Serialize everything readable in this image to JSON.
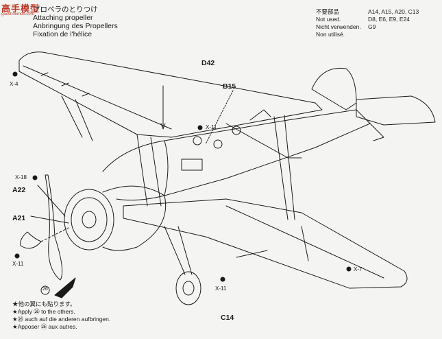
{
  "watermark": {
    "logo": "高手模型",
    "url": "gaoshoumod.com"
  },
  "titles": {
    "ja": "プロペラのとりつけ",
    "en": "Attaching propeller",
    "de": "Anbringung des Propellers",
    "fr": "Fixation de l'hélice"
  },
  "unused_block": {
    "ja": "不要部品",
    "en": "Not used.",
    "de": "Nicht verwenden.",
    "fr": "Non utilisé.",
    "codes_line1": "A14, A15, A20, C13",
    "codes_line2": "D8, E6, E9, E24",
    "codes_line3": "G9"
  },
  "part_labels": {
    "d42": "D42",
    "b15": "B15",
    "a22": "A22",
    "a21": "A21",
    "c14": "C14",
    "x4": "X-4",
    "x11_top": "X-11",
    "x18": "X-18",
    "x11_left": "X-11",
    "x11_bottom": "X-11",
    "x7": "X-7",
    "step26": "26"
  },
  "notes": {
    "ja": "★他の翼にも貼ります。",
    "en": "★Apply ㉖ to the others.",
    "de": "★㉖ auch auf die anderen aufbringen.",
    "fr": "★Apposer ㉖ aux autres."
  },
  "colors": {
    "ink": "#1a1a1a",
    "paper": "#f4f4f2",
    "watermark": "#c0392b"
  }
}
